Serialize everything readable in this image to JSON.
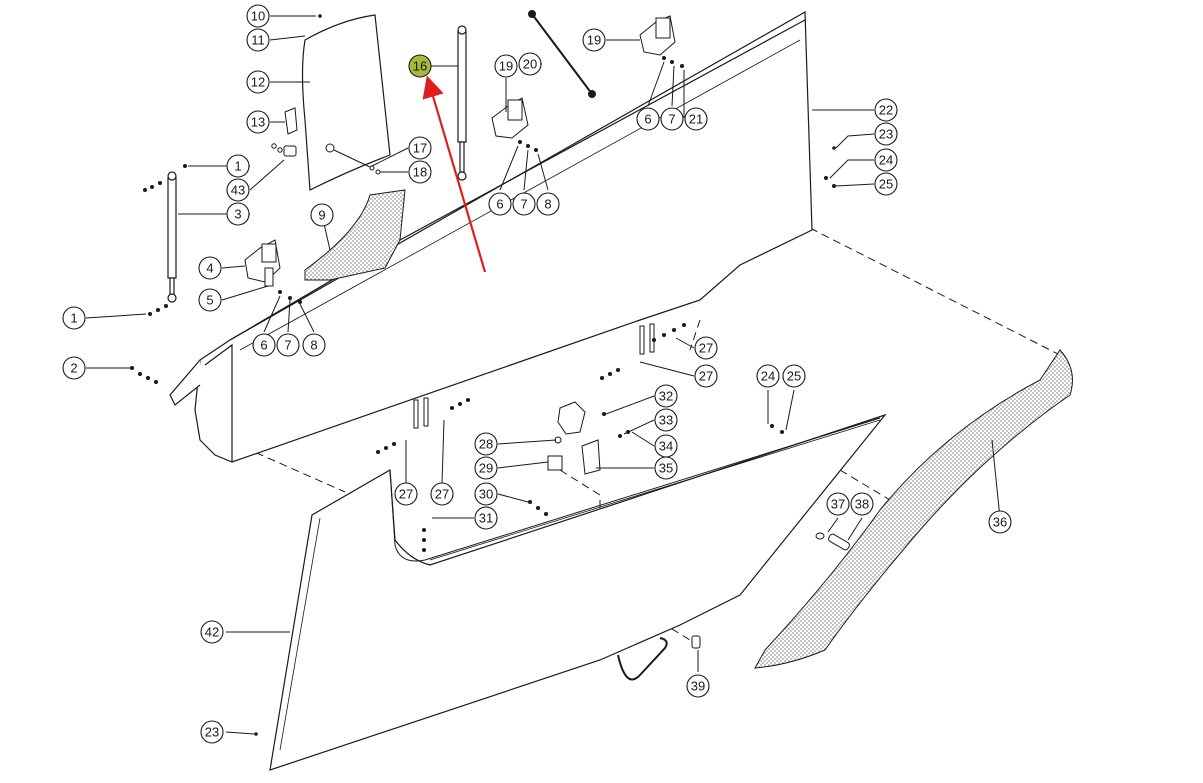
{
  "diagram": {
    "highlight_color": "#a7b83a",
    "arrow_color": "#e11d1d",
    "line_color": "#1a1a1a",
    "callouts": [
      {
        "id": "c10",
        "label": "10",
        "highlight": false
      },
      {
        "id": "c11",
        "label": "11",
        "highlight": false
      },
      {
        "id": "c12",
        "label": "12",
        "highlight": false
      },
      {
        "id": "c13",
        "label": "13",
        "highlight": false
      },
      {
        "id": "c16",
        "label": "16",
        "highlight": true
      },
      {
        "id": "c17",
        "label": "17",
        "highlight": false
      },
      {
        "id": "c18",
        "label": "18",
        "highlight": false
      },
      {
        "id": "c1a",
        "label": "1",
        "highlight": false
      },
      {
        "id": "c43",
        "label": "43",
        "highlight": false
      },
      {
        "id": "c3",
        "label": "3",
        "highlight": false
      },
      {
        "id": "c9",
        "label": "9",
        "highlight": false
      },
      {
        "id": "c4",
        "label": "4",
        "highlight": false
      },
      {
        "id": "c5",
        "label": "5",
        "highlight": false
      },
      {
        "id": "c1b",
        "label": "1",
        "highlight": false
      },
      {
        "id": "c6a",
        "label": "6",
        "highlight": false
      },
      {
        "id": "c7a",
        "label": "7",
        "highlight": false
      },
      {
        "id": "c8a",
        "label": "8",
        "highlight": false
      },
      {
        "id": "c2",
        "label": "2",
        "highlight": false
      },
      {
        "id": "c19a",
        "label": "19",
        "highlight": false
      },
      {
        "id": "c20",
        "label": "20",
        "highlight": false
      },
      {
        "id": "c6b",
        "label": "6",
        "highlight": false
      },
      {
        "id": "c7b",
        "label": "7",
        "highlight": false
      },
      {
        "id": "c8b",
        "label": "8",
        "highlight": false
      },
      {
        "id": "c19b",
        "label": "19",
        "highlight": false
      },
      {
        "id": "c6c",
        "label": "6",
        "highlight": false
      },
      {
        "id": "c7c",
        "label": "7",
        "highlight": false
      },
      {
        "id": "c21",
        "label": "21",
        "highlight": false
      },
      {
        "id": "c22",
        "label": "22",
        "highlight": false
      },
      {
        "id": "c23a",
        "label": "23",
        "highlight": false
      },
      {
        "id": "c24a",
        "label": "24",
        "highlight": false
      },
      {
        "id": "c25a",
        "label": "25",
        "highlight": false
      },
      {
        "id": "c27a",
        "label": "27",
        "highlight": false
      },
      {
        "id": "c27b",
        "label": "27",
        "highlight": false
      },
      {
        "id": "c24b",
        "label": "24",
        "highlight": false
      },
      {
        "id": "c25b",
        "label": "25",
        "highlight": false
      },
      {
        "id": "c32",
        "label": "32",
        "highlight": false
      },
      {
        "id": "c33",
        "label": "33",
        "highlight": false
      },
      {
        "id": "c34",
        "label": "34",
        "highlight": false
      },
      {
        "id": "c35",
        "label": "35",
        "highlight": false
      },
      {
        "id": "c28",
        "label": "28",
        "highlight": false
      },
      {
        "id": "c29",
        "label": "29",
        "highlight": false
      },
      {
        "id": "c30",
        "label": "30",
        "highlight": false
      },
      {
        "id": "c31",
        "label": "31",
        "highlight": false
      },
      {
        "id": "c27c",
        "label": "27",
        "highlight": false
      },
      {
        "id": "c27d",
        "label": "27",
        "highlight": false
      },
      {
        "id": "c36",
        "label": "36",
        "highlight": false
      },
      {
        "id": "c37",
        "label": "37",
        "highlight": false
      },
      {
        "id": "c38",
        "label": "38",
        "highlight": false
      },
      {
        "id": "c42",
        "label": "42",
        "highlight": false
      },
      {
        "id": "c39",
        "label": "39",
        "highlight": false
      },
      {
        "id": "c23b",
        "label": "23",
        "highlight": false
      }
    ]
  }
}
